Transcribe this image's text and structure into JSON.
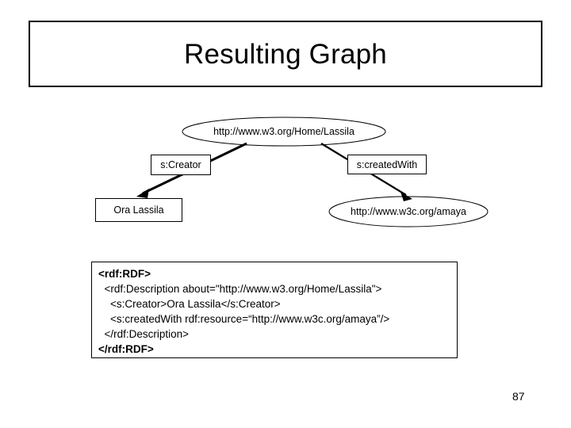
{
  "slide": {
    "title": "Resulting Graph",
    "page_number": "87"
  },
  "graph": {
    "subject_node": {
      "shape": "ellipse",
      "label": "http://www.w3.org/Home/Lassila"
    },
    "edges": [
      {
        "label": "s:Creator",
        "direction": "down-left"
      },
      {
        "label": "s:createdWith",
        "direction": "down-right"
      }
    ],
    "object_nodes": [
      {
        "shape": "rectangle",
        "label": "Ora Lassila"
      },
      {
        "shape": "ellipse",
        "label": "http://www.w3c.org/amaya"
      }
    ]
  },
  "code_block": {
    "lines": [
      "<rdf:RDF>",
      "  <rdf:Description about=\"http://www.w3.org/Home/Lassila\">",
      "    <s:Creator>Ora Lassila</s:Creator>",
      "    <s:createdWith rdf:resource=“http://www.w3c.org/amaya”/>",
      "  </rdf:Description>",
      "</rdf:RDF>"
    ]
  },
  "colors": {
    "stroke": "#000000",
    "background": "#ffffff"
  }
}
